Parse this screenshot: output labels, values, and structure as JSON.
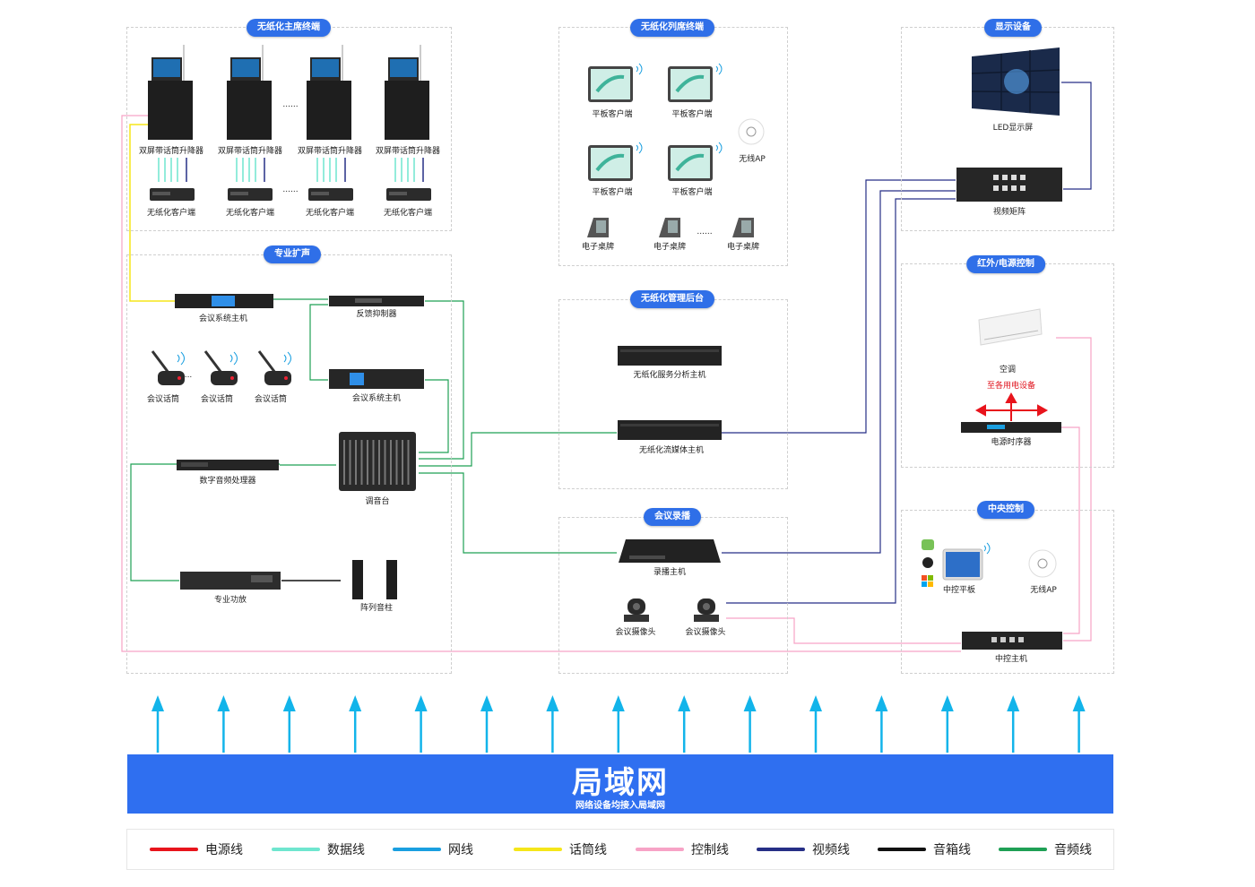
{
  "sections": {
    "chair": "无纸化主席终端",
    "pro_audio": "专业扩声",
    "column": "无纸化列席终端",
    "backend": "无纸化管理后台",
    "recording": "会议录播",
    "display": "显示设备",
    "ir_power": "红外/电源控制",
    "central": "中央控制"
  },
  "labels": {
    "lift1": "双屏带话筒升降器",
    "lift2": "双屏带话筒升降器",
    "lift3": "双屏带话筒升降器",
    "lift4": "双屏带话筒升降器",
    "client1": "无纸化客户端",
    "client2": "无纸化客户端",
    "client3": "无纸化客户端",
    "client4": "无纸化客户端",
    "ellipsis": "......",
    "conf_host_1": "会议系统主机",
    "feedback": "反馈抑制器",
    "conf_host_2": "会议系统主机",
    "mic1": "会议话筒",
    "mic2": "会议话筒",
    "mic3": "会议话筒",
    "mic_dots": "...",
    "dsp": "数字音频处理器",
    "mixer": "调音台",
    "amp": "专业功放",
    "speaker": "阵列音柱",
    "tablet1": "平板客户端",
    "tablet2": "平板客户端",
    "tablet3": "平板客户端",
    "tablet4": "平板客户端",
    "ap_col": "无线AP",
    "nameplate1": "电子桌牌",
    "nameplate2": "电子桌牌",
    "nameplate3": "电子桌牌",
    "service_host": "无纸化服务分析主机",
    "stream_host": "无纸化流媒体主机",
    "rec_host": "录播主机",
    "cam1": "会议摄像头",
    "cam2": "会议摄像头",
    "led": "LED显示屏",
    "matrix": "视频矩阵",
    "ac": "空调",
    "to_devices": "至各用电设备",
    "sequencer": "电源时序器",
    "ctrl_tablet": "中控平板",
    "ap_ctrl": "无线AP",
    "ctrl_host": "中控主机"
  },
  "lan": {
    "title": "局域网",
    "subtitle": "网络设备均接入局域网"
  },
  "legend": [
    {
      "label": "电源线",
      "color": "#e8141c"
    },
    {
      "label": "数据线",
      "color": "#6fe6cf"
    },
    {
      "label": "网线",
      "color": "#1a9fe0"
    },
    {
      "label": "话筒线",
      "color": "#f5e61a"
    },
    {
      "label": "控制线",
      "color": "#f7a3c6"
    },
    {
      "label": "视频线",
      "color": "#262f86"
    },
    {
      "label": "音箱线",
      "color": "#111111"
    },
    {
      "label": "音频线",
      "color": "#1fa055"
    }
  ],
  "colors": {
    "accent": "#2f6fe8",
    "lan_arrow": "#12b4ea"
  }
}
